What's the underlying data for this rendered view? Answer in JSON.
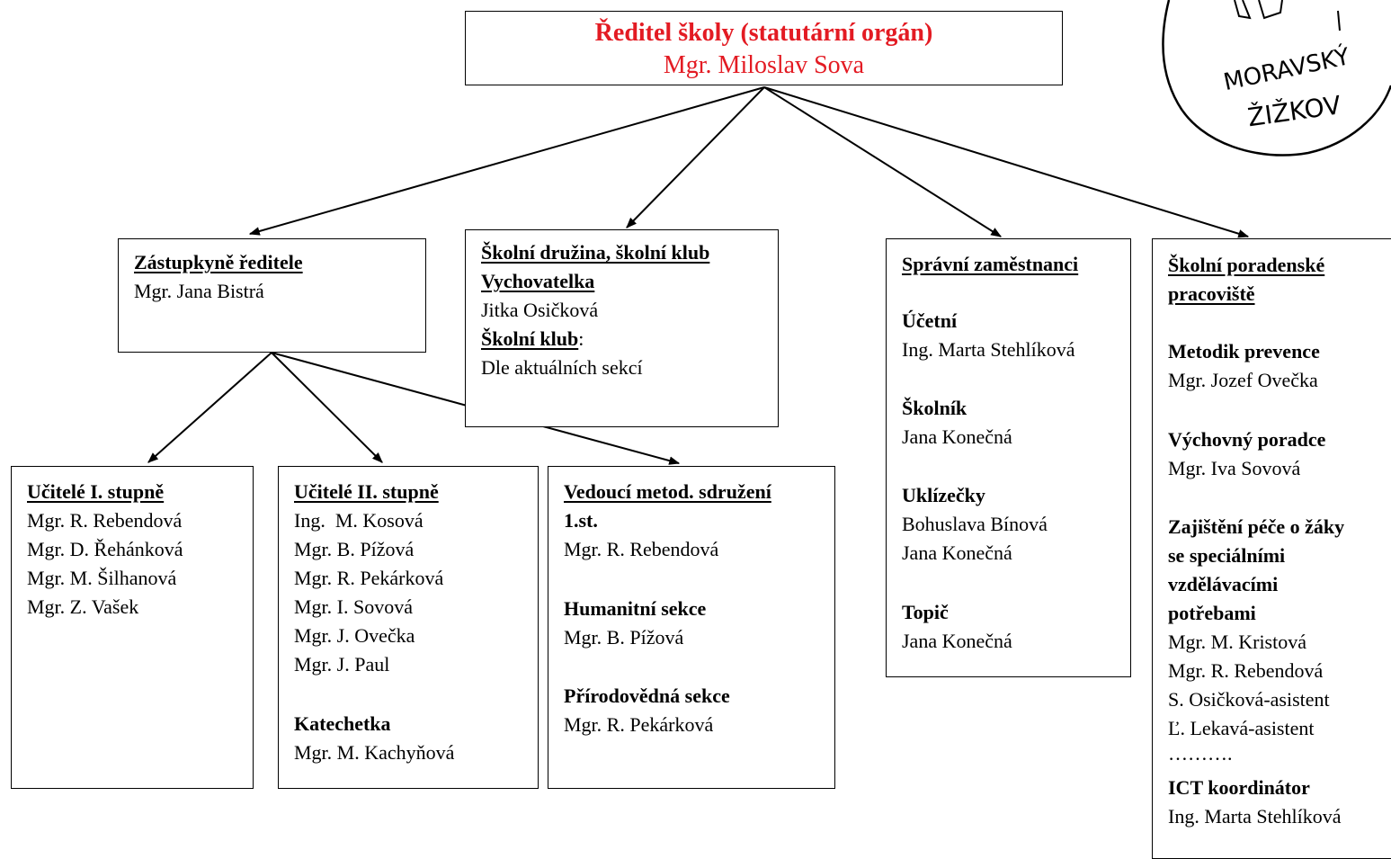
{
  "director": {
    "title": "Ředitel školy (statutární orgán)",
    "name": "Mgr. Miloslav Sova"
  },
  "logo": {
    "text_line1": "MORAVSKÝ",
    "text_line2": "ŽIŽKOV"
  },
  "deputy": {
    "heading": "Zástupkyně ředitele",
    "name": "Mgr. Jana Bistrá"
  },
  "club": {
    "heading": "Školní družina, školní klub",
    "educator_label": "Vychovatelka",
    "educator_name": "Jitka Osičková",
    "club_label": "Školní klub",
    "club_colon": ":",
    "club_text": "Dle aktuálních sekcí"
  },
  "admin": {
    "heading": "Správní zaměstnanci",
    "roles": [
      {
        "label": "Účetní",
        "names": [
          "Ing. Marta Stehlíková"
        ]
      },
      {
        "label": "Školník",
        "names": [
          "Jana Konečná"
        ]
      },
      {
        "label": "Uklízečky",
        "names": [
          "Bohuslava Bínová",
          "Jana Konečná"
        ]
      },
      {
        "label": "Topič",
        "names": [
          "Jana Konečná"
        ]
      }
    ]
  },
  "counsel": {
    "heading_line1": "Školní poradenské",
    "heading_line2": "pracoviště",
    "prevention_label": "Metodik prevence",
    "prevention_name": "Mgr. Jozef Ovečka",
    "advisor_label": "Výchovný poradce",
    "advisor_name": "Mgr. Iva Sovová",
    "special_label": [
      "Zajištění péče o žáky",
      "se speciálními",
      "vzdělávacími",
      "potřebami"
    ],
    "special_names": [
      "Mgr. M. Kristová",
      "Mgr. R. Rebendová",
      "S. Osičková-asistent",
      "Ľ. Lekavá-asistent",
      "………."
    ],
    "ict_label": "ICT koordinátor",
    "ict_name": "Ing. Marta Stehlíková"
  },
  "primary": {
    "heading": "Učitelé I. stupně",
    "names": [
      "Mgr. R. Rebendová",
      "Mgr. D. Řehánková",
      "Mgr. M. Šilhanová",
      "Mgr. Z. Vašek"
    ]
  },
  "secondary": {
    "heading": "Učitelé II. stupně",
    "names": [
      "Ing.  M. Kosová",
      "Mgr. B. Pížová",
      "Mgr. R. Pekárková",
      "Mgr. I. Sovová",
      "Mgr. J. Ovečka",
      "Mgr. J. Paul"
    ],
    "catechist_label": "Katechetka",
    "catechist_name": "Mgr. M. Kachyňová"
  },
  "methodic": {
    "heading": "Vedoucí metod. sdružení",
    "level_label": "1.st.",
    "level_name": "Mgr. R. Rebendová",
    "humanities_label": "Humanitní sekce",
    "humanities_name": "Mgr. B. Pížová",
    "science_label": "Přírodovědná sekce",
    "science_name": "Mgr. R. Pekárková"
  }
}
